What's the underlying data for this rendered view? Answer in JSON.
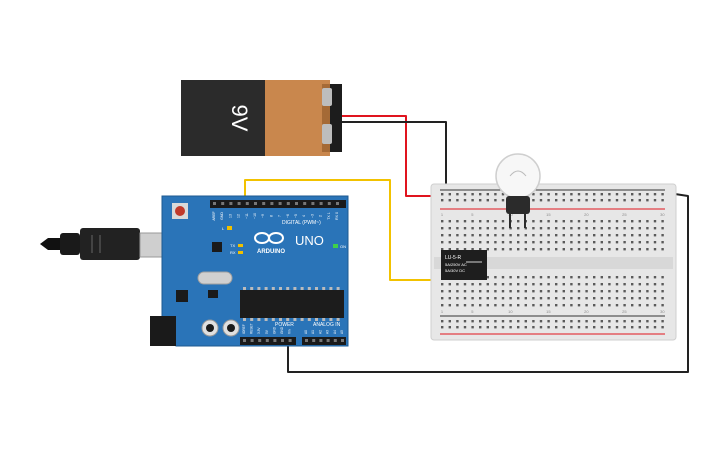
{
  "battery": {
    "label": "9V"
  },
  "arduino": {
    "logo": "ARDUINO",
    "model": "UNO",
    "on_label": "ON",
    "digital_header": "DIGITAL (PWM~)",
    "power_header": "POWER",
    "analog_header": "ANALOG IN",
    "led_l": "L",
    "led_tx": "TX",
    "led_rx": "RX",
    "top_pins": [
      "AREF",
      "GND",
      "13",
      "12",
      "~11",
      "~10",
      "~9",
      "8",
      "7",
      "~6",
      "~5",
      "4",
      "~3",
      "2",
      "TX 1",
      "RX 0"
    ],
    "power_pins": [
      "IOREF",
      "RESET",
      "3.3V",
      "5V",
      "GND",
      "GND",
      "Vin"
    ],
    "analog_pins": [
      "A0",
      "A1",
      "A2",
      "A3",
      "A4",
      "A5"
    ]
  },
  "relay": {
    "line1": "LU-5-R",
    "line2": "5A/250V AC",
    "line3": "5A/30V DC"
  },
  "breadboard": {
    "columns": [
      "1",
      "",
      "",
      "",
      "5",
      "",
      "",
      "",
      "",
      "10",
      "",
      "",
      "",
      "",
      "15",
      "",
      "",
      "",
      "",
      "20",
      "",
      "",
      "",
      "",
      "25",
      "",
      "",
      "",
      "",
      "30"
    ]
  },
  "colors": {
    "wire_red": "#e0141e",
    "wire_black": "#222222",
    "wire_yellow": "#f2c200",
    "board_blue": "#2a74b8",
    "battery_orange": "#c9874d",
    "breadboard": "#e7e7e7"
  }
}
